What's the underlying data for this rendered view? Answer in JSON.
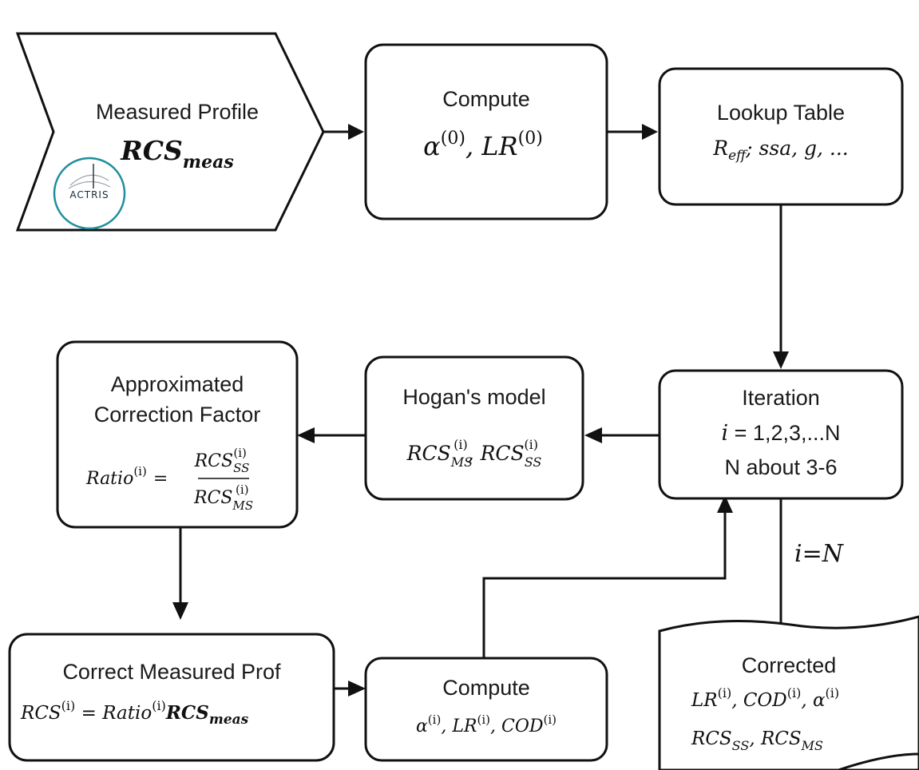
{
  "nodes": {
    "measured": {
      "title": "Measured Profile",
      "formula": {
        "base": "RCS",
        "sub": "meas"
      },
      "logo_text": "ACTRIS"
    },
    "compute0": {
      "title": "Compute",
      "formula": {
        "a": "α",
        "sup_a": "(0)",
        "sep": ", ",
        "b": "LR",
        "sup_b": "(0)"
      }
    },
    "lookup": {
      "title": "Lookup Table",
      "params": {
        "r": "R",
        "r_sub": "eff",
        "rest": "; ssa, g, ..."
      }
    },
    "iteration": {
      "title": "Iteration",
      "line2_var": "i",
      "line2_rest": " = 1,2,3,...N",
      "line3": "N about 3-6"
    },
    "hogan": {
      "title": "Hogan's model",
      "formula": {
        "base1": "RCS",
        "sub1": "MS",
        "sup1": "(i)",
        "sep": ", ",
        "base2": "RCS",
        "sub2": "SS",
        "sup2": "(i)"
      }
    },
    "correction": {
      "title_line1": "Approximated",
      "title_line2": "Correction Factor",
      "formula": {
        "lhs": "Ratio",
        "lhs_sup": "(i)",
        "eq": "=",
        "num": "RCS",
        "num_sub": "SS",
        "num_sup": "(i)",
        "den": "RCS",
        "den_sub": "MS",
        "den_sup": "(i)"
      }
    },
    "correct_measured": {
      "title": "Correct Measured Prof",
      "formula": {
        "lhs": "RCS",
        "lhs_sup": "(i)",
        "eq": " = ",
        "ratio": "Ratio",
        "ratio_sup": "(i)",
        "rcs": "RCS",
        "rcs_sub": "meas"
      }
    },
    "compute_i": {
      "title": "Compute",
      "formula": {
        "a": "α",
        "sup_a": "(i)",
        "sep": ", ",
        "b": "LR",
        "sup_b": "(i)",
        "sep2": ", ",
        "c": "COD",
        "sup_c": "(i)"
      }
    },
    "corrected": {
      "title": "Corrected",
      "line2": {
        "a": "LR",
        "sup_a": "(i)",
        "sep": ", ",
        "b": "COD",
        "sup_b": "(i)",
        "sep2": ", ",
        "c": "α",
        "sup_c": "(i)"
      },
      "line3": {
        "a": "RCS",
        "sub_a": "SS",
        "sep": ", ",
        "b": "RCS",
        "sub_b": "MS"
      }
    }
  },
  "edges": {
    "exit_label": "i=N"
  },
  "colors": {
    "stroke": "#111111",
    "logo_ring": "#1f8f9c"
  }
}
